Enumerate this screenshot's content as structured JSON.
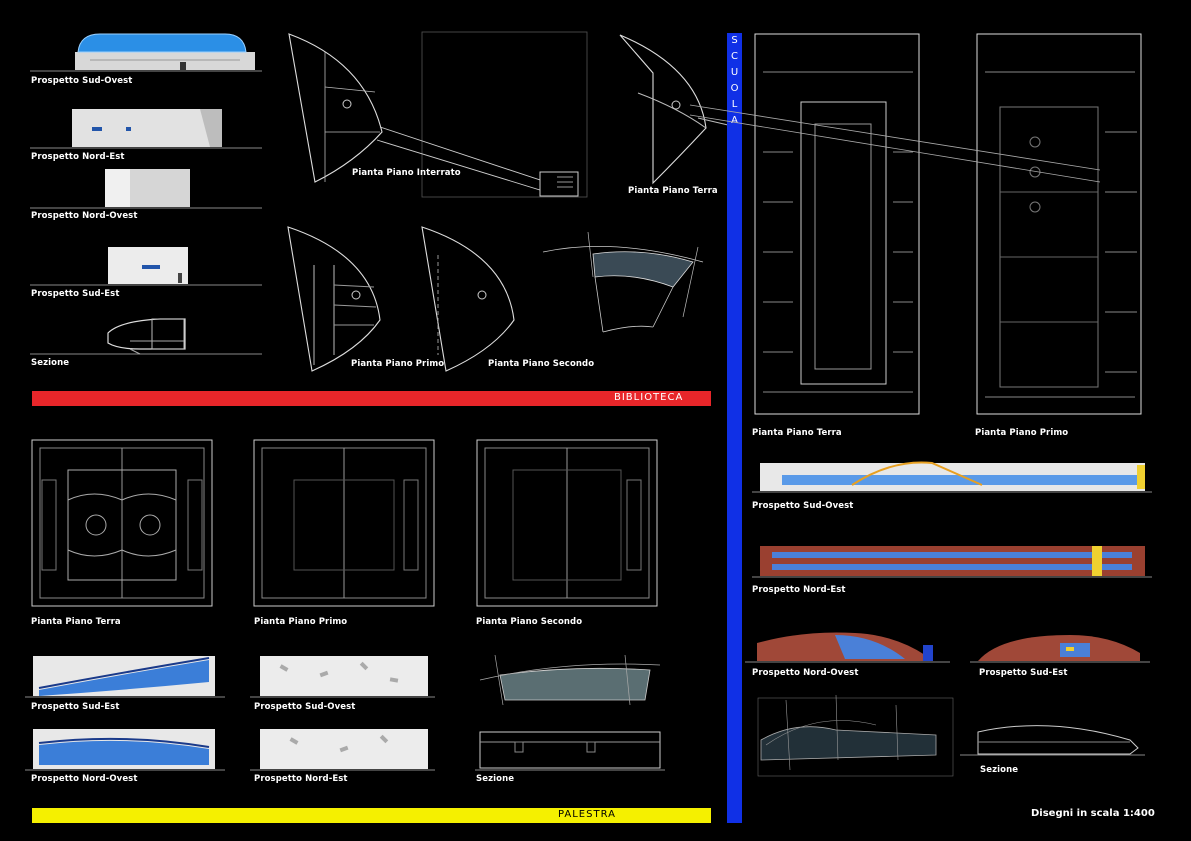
{
  "biblioteca": {
    "bar_label": "BIBLIOTECA",
    "bar_color": "#e8262a",
    "elevations": [
      "Prospetto Sud-Ovest",
      "Prospetto Nord-Est",
      "Prospetto Nord-Ovest",
      "Prospetto Sud-Est",
      "Sezione"
    ],
    "plans": [
      "Pianta Piano Interrato",
      "Pianta Piano Terra",
      "Pianta Piano Primo",
      "Pianta Piano Secondo"
    ]
  },
  "palestra": {
    "bar_label": "PALESTRA",
    "bar_color": "#f5f000",
    "plans": [
      "Pianta Piano Terra",
      "Pianta Piano Primo",
      "Pianta Piano Secondo"
    ],
    "elevations": [
      "Prospetto Sud-Est",
      "Prospetto Sud-Ovest",
      "Prospetto Nord-Ovest",
      "Prospetto Nord-Est"
    ],
    "section": "Sezione"
  },
  "scuola": {
    "bar_label": "SCUOLA",
    "bar_color": "#1030e6",
    "plans": [
      "Pianta Piano Terra",
      "Pianta Piano Primo"
    ],
    "elevations": [
      "Prospetto Sud-Ovest",
      "Prospetto Nord-Est",
      "Prospetto Nord-Ovest",
      "Prospetto Sud-Est"
    ],
    "section": "Sezione"
  },
  "scale_note": "Disegni in scala 1:400"
}
